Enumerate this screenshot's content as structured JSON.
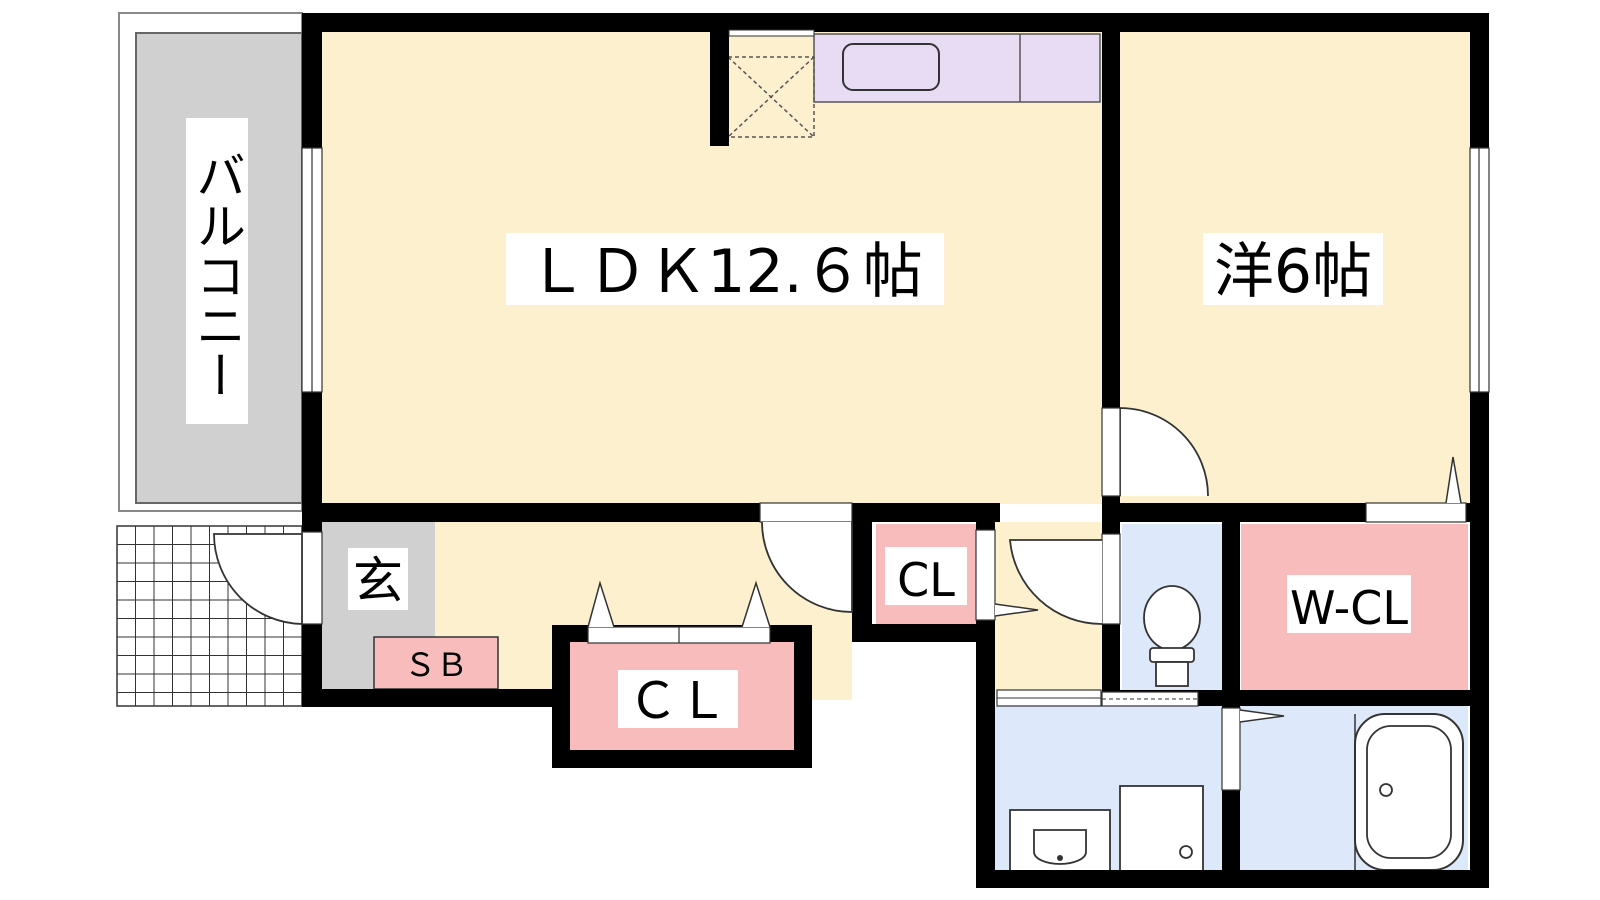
{
  "labels": {
    "balcony": "バルコニー",
    "ldk": "ＬＤＫ12.６帖",
    "western_room": "洋6帖",
    "entrance": "玄",
    "shoe_box": "ＳＢ",
    "closet_small": "CL",
    "closet_large": "ＣＬ",
    "walk_in_closet": "W-CL"
  },
  "colors": {
    "wall": "#000000",
    "living_floor": "#fdf0cf",
    "balcony_floor": "#d0d0d0",
    "entrance_floor": "#d0d0d0",
    "storage": "#f8bcbc",
    "wet_area": "#dde9fb",
    "kitchen_counter": "#e8dcf5"
  }
}
